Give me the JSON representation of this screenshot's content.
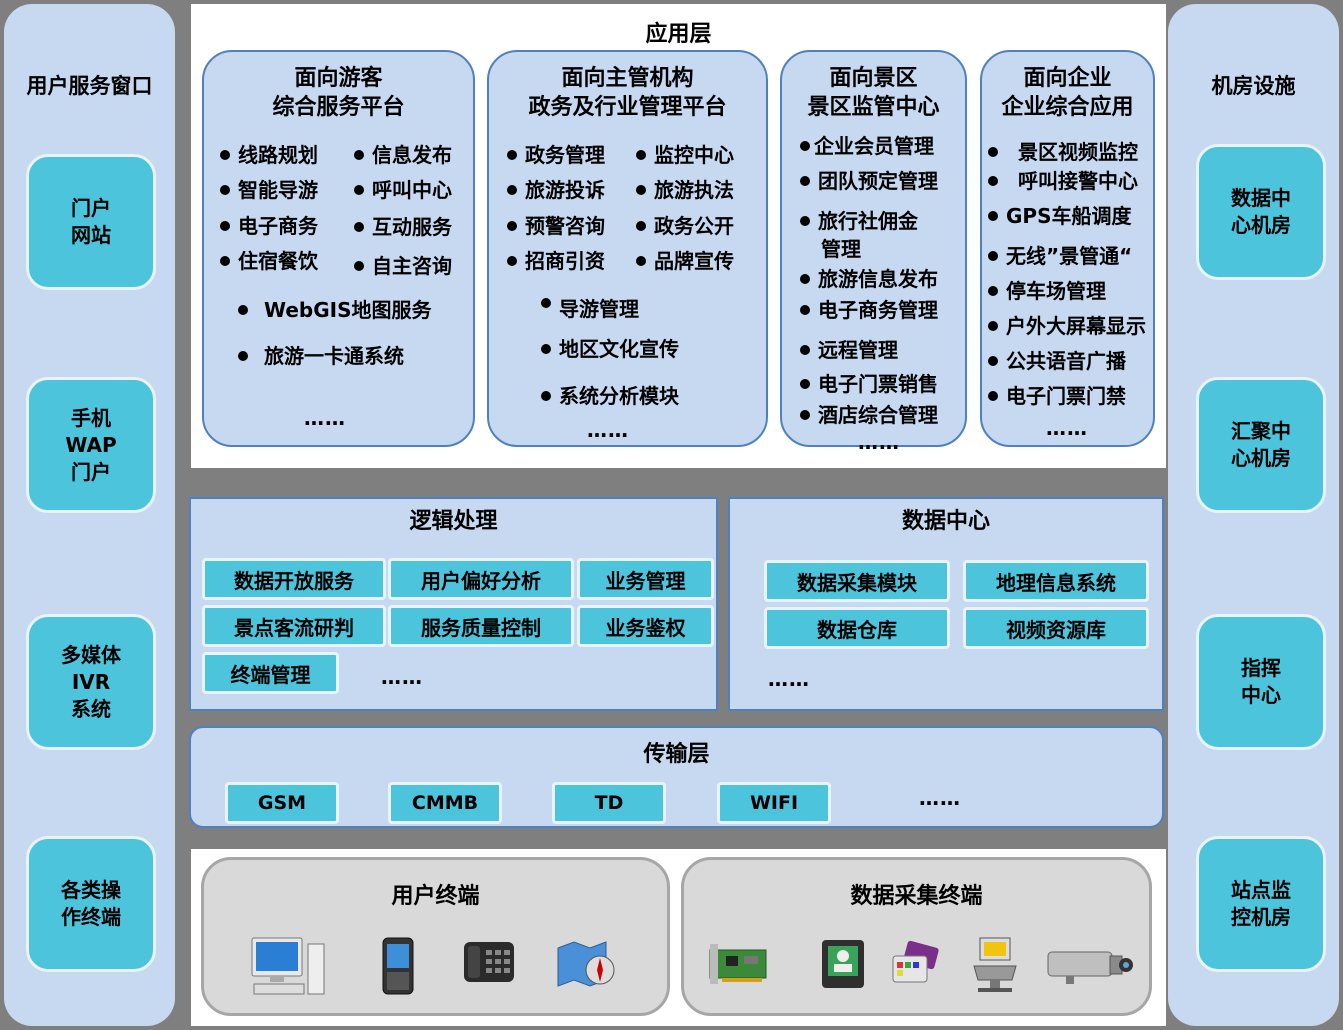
{
  "left_column": {
    "title": "用户服务窗口",
    "items": [
      "门户\n网站",
      "手机\nWAP\n门户",
      "多媒体\nIVR\n系统",
      "各类操\n作终端"
    ]
  },
  "right_column": {
    "title": "机房设施",
    "items": [
      "数据中\n心机房",
      "汇聚中\n心机房",
      "指挥\n中心",
      "站点监\n控机房"
    ]
  },
  "application_layer": {
    "title": "应用层",
    "cards": [
      {
        "title": "面向游客\n综合服务平台",
        "col1": [
          "线路规划",
          "智能导游",
          "电子商务",
          "住宿餐饮"
        ],
        "col2": [
          "信息发布",
          "呼叫中心",
          "互动服务",
          "自主咨询"
        ],
        "extra": [
          "WebGIS地图服务",
          "旅游一卡通系统"
        ],
        "more": "……"
      },
      {
        "title": "面向主管机构\n政务及行业管理平台",
        "col1": [
          "政务管理",
          "旅游投诉",
          "预警咨询",
          "招商引资"
        ],
        "col2": [
          "监控中心",
          "旅游执法",
          "政务公开",
          "品牌宣传"
        ],
        "extra": [
          "导游管理",
          "地区文化宣传",
          "系统分析模块"
        ],
        "more": "……"
      },
      {
        "title": "面向景区\n景区监管中心",
        "items": [
          "企业会员管理",
          "团队预定管理",
          "旅行社佣金",
          "管理",
          "旅游信息发布",
          "电子商务管理",
          "远程管理",
          "电子门票销售",
          "酒店综合管理"
        ],
        "more": "……"
      },
      {
        "title": "面向企业\n企业综合应用",
        "items": [
          "景区视频监控",
          "呼叫接警中心",
          "GPS车船调度",
          "无线”景管通“",
          "停车场管理",
          "户外大屏幕显示",
          "公共语音广播",
          "电子门票门禁"
        ],
        "more": "……"
      }
    ]
  },
  "logic": {
    "title": "逻辑处理",
    "tags": [
      "数据开放服务",
      "用户偏好分析",
      "业务管理",
      "景点客流研判",
      "服务质量控制",
      "业务鉴权",
      "终端管理"
    ],
    "more": "……"
  },
  "data_center": {
    "title": "数据中心",
    "tags": [
      "数据采集模块",
      "地理信息系统",
      "数据仓库",
      "视频资源库"
    ],
    "more": "……"
  },
  "transport": {
    "title": "传输层",
    "tags": [
      "GSM",
      "CMMB",
      "TD",
      "WIFI"
    ],
    "more": "……"
  },
  "terminals": {
    "user_title": "用户终端",
    "collect_title": "数据采集终端",
    "user_icons": [
      "desktop-computer-icon",
      "pda-phone-icon",
      "desk-phone-icon",
      "map-compass-icon"
    ],
    "collect_icons": [
      "circuit-board-icon",
      "card-reader-icon",
      "smart-card-icon",
      "kiosk-terminal-icon",
      "cctv-camera-icon"
    ]
  }
}
